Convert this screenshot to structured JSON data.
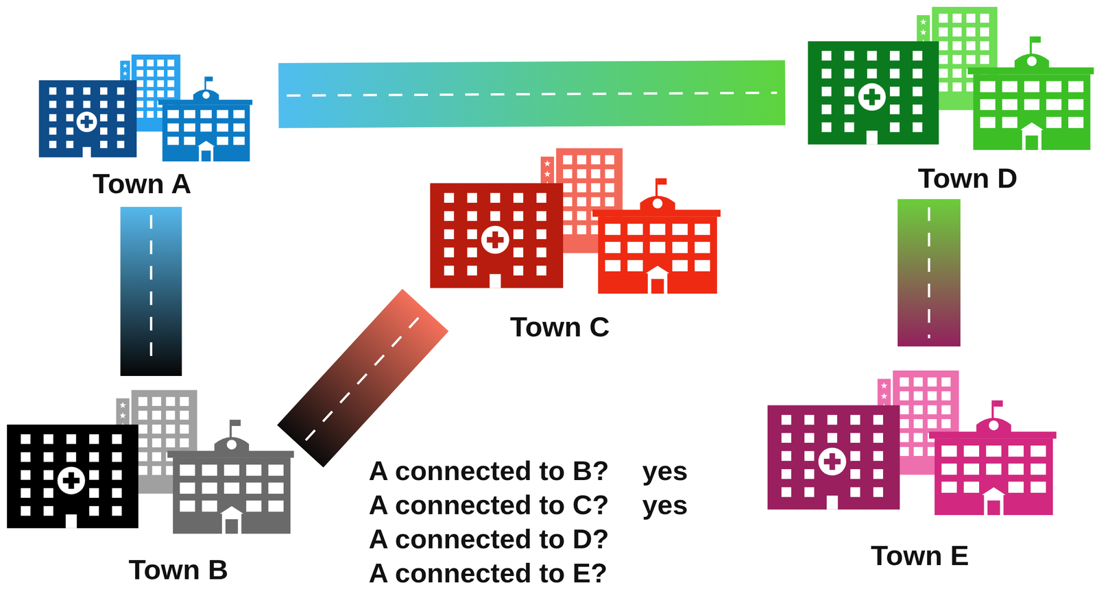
{
  "diagram": {
    "nodes": [
      {
        "text": [
          "Town A"
        ]
      },
      {
        "text": [
          "Town B"
        ]
      },
      {
        "text": [
          "Town C"
        ]
      },
      {
        "text": [
          "Town D"
        ]
      },
      {
        "text": [
          "Town E"
        ]
      }
    ],
    "edges": [
      {
        "from": 0,
        "to": 1,
        "arrow": "none"
      },
      {
        "from": 1,
        "to": 2,
        "arrow": "none"
      },
      {
        "from": 0,
        "to": 3,
        "arrow": "none"
      },
      {
        "from": 3,
        "to": 4,
        "arrow": "none"
      }
    ],
    "labels": [
      "A connected to B?",
      "yes",
      "A connected to C?",
      "yes",
      "A connected to D?",
      "A connected to E?"
    ]
  }
}
